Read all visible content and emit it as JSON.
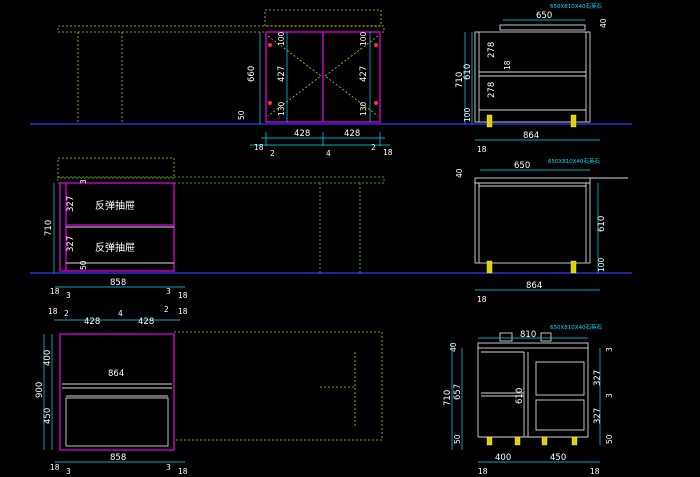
{
  "drawing": {
    "colors": {
      "background": "#000000",
      "dimension": "#00e0ff",
      "carcass": "#e000e0",
      "hidden": "#c8c800",
      "ground": "#2a3cff",
      "text": "#ffffff"
    },
    "front_right_top": {
      "dims": [
        "428",
        "428",
        "18",
        "2",
        "4",
        "2",
        "18",
        "660",
        "50",
        "100",
        "427",
        "130",
        "100",
        "427",
        "130"
      ]
    },
    "side_top": {
      "note": "650X810X40石英石",
      "dims": [
        "650",
        "40",
        "710",
        "610",
        "100",
        "278",
        "18",
        "278",
        "864",
        "18"
      ]
    },
    "front_left_mid": {
      "labels": [
        "反弹抽屉",
        "反弹抽屉"
      ],
      "dims": [
        "710",
        "3",
        "327",
        "327",
        "50",
        "858",
        "18",
        "3",
        "3",
        "18"
      ]
    },
    "side_mid": {
      "note": "650X810X40石英石",
      "dims": [
        "650",
        "40",
        "610",
        "100",
        "864",
        "18"
      ]
    },
    "plan_left_bottom": {
      "dims": [
        "18",
        "2",
        "428",
        "4",
        "428",
        "2",
        "18",
        "400",
        "900",
        "450",
        "864",
        "858",
        "18",
        "3",
        "3",
        "18"
      ]
    },
    "front_right_bottom": {
      "note": "650X810X40石英石",
      "dims": [
        "810",
        "40",
        "710",
        "657",
        "610",
        "50",
        "3",
        "327",
        "3",
        "327",
        "50",
        "400",
        "450",
        "18",
        "18"
      ]
    }
  }
}
